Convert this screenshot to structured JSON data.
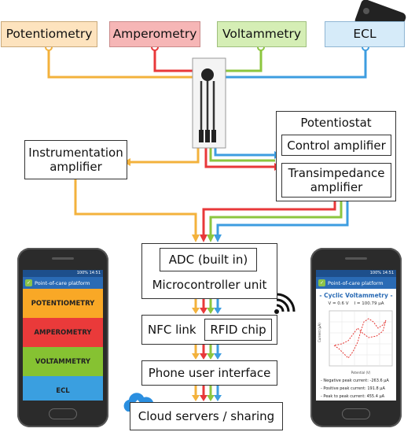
{
  "techniques": [
    "Potentiometry",
    "Amperometry",
    "Voltammetry",
    "ECL"
  ],
  "colors": {
    "potentiometry_bg": "#fde3be",
    "potentiometry_line": "#f3b23c",
    "amperometry_bg": "#f6b6b6",
    "amperometry_line": "#e8383a",
    "voltammetry_bg": "#d5eeb5",
    "voltammetry_line": "#8cc63f",
    "ecl_bg": "#d6ebf9",
    "ecl_line": "#3d9de0"
  },
  "blocks": {
    "potentiostat": "Potentiostat",
    "control_amplifier": "Control amplifier",
    "transimpedance_line1": "Transimpedance",
    "transimpedance_line2": "amplifier",
    "instrumentation_line1": "Instrumentation",
    "instrumentation_line2": "amplifier",
    "adc": "ADC (built in)",
    "mcu": "Microcontroller unit",
    "nfc": "NFC link",
    "rfid": "RFID chip",
    "phone_ui": "Phone user interface",
    "cloud": "Cloud servers / sharing"
  },
  "left_phone": {
    "app_title": "Point-of-care platform",
    "status": "100% 14:51",
    "buttons": [
      "POTENTIOMETRY",
      "AMPEROMETRY",
      "VOLTAMMETRY",
      "ECL"
    ]
  },
  "right_phone": {
    "app_title": "Point-of-care platform",
    "status": "100% 14:51",
    "plot_title": "- Cyclic Voltammetry -",
    "v_readout": "V = 0.6 V",
    "i_readout": "I = 100.79 μA",
    "results": [
      "- Negative peak current: -263.6 μA",
      "- Positive peak current: 191.8 μA",
      "- Peak to peak current: 455.4 μA"
    ],
    "ylabel": "Current (μA)",
    "xlabel": "Potential (V)"
  }
}
